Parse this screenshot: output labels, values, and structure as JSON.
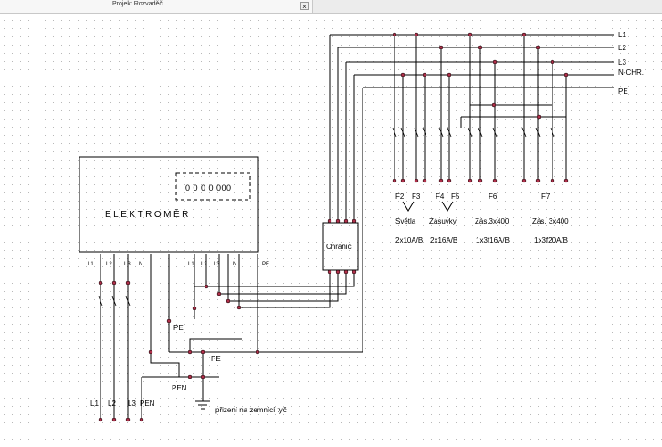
{
  "tab": {
    "title": "Projekt Rozvaděč",
    "close_glyph": "×"
  },
  "meter": {
    "name": "ELEKTROMĚR",
    "display": "0 0 0 0 000",
    "in_terms": [
      "L1",
      "L2",
      "L3",
      "N"
    ],
    "out_terms": [
      "L1",
      "L2",
      "L3",
      "N",
      "PE"
    ]
  },
  "rcd": {
    "name": "Chránič"
  },
  "buses": [
    "L1",
    "L2",
    "L3",
    "N-CHR.",
    "PE"
  ],
  "breakers": {
    "labels": [
      "F2",
      "F3",
      "F4",
      "F5",
      "F6",
      "F7"
    ],
    "groups": [
      "Světla",
      "Zásuvky",
      "Zás.3x400",
      "Zás. 3x400"
    ],
    "ratings": [
      "2x10A/B",
      "2x16A/B",
      "1x3f16A/B",
      "1x3f20A/B"
    ]
  },
  "bottom": {
    "pe_label": "PE",
    "pe_bar_label": "PE",
    "pen_label": "PEN",
    "supply": [
      "L1",
      "L2",
      "L3",
      "PEN"
    ],
    "ground_note": "přizení na zemnící tyč"
  }
}
